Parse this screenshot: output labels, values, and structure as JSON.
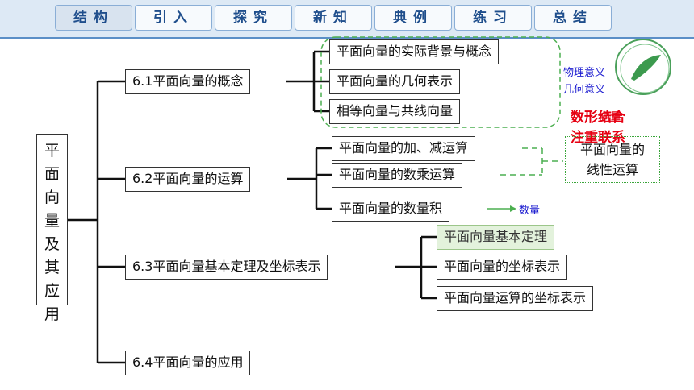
{
  "nav": {
    "tabs": [
      "结构",
      "引入",
      "探究",
      "新知",
      "典例",
      "练习",
      "总结"
    ],
    "active_index": 0
  },
  "root": {
    "chars": [
      "平",
      "面",
      "向",
      "量",
      "及",
      "其",
      "应",
      "用"
    ]
  },
  "sections": {
    "s1": "6.1平面向量的概念",
    "s2": "6.2平面向量的运算",
    "s3": "6.3平面向量基本定理及坐标表示",
    "s4": "6.4平面向量的应用"
  },
  "items": {
    "s1": [
      "平面向量的实际背景与概念",
      "平面向量的几何表示",
      "相等向量与共线向量"
    ],
    "s2": [
      "平面向量的加、减运算",
      "平面向量的数乘运算",
      "平面向量的数量积"
    ],
    "s3": [
      "平面向量基本定理",
      "平面向量的坐标表示",
      "平面向量运算的坐标表示"
    ]
  },
  "notes": {
    "physical": "物理意义",
    "geometric": "几何意义",
    "scalar": "数量",
    "red_line1": "数形结合",
    "red_line1_overlap": "向量",
    "red_line2": "注重联系",
    "summary_line1": "平面向量的",
    "summary_line2": "线性运算"
  },
  "colors": {
    "blue_note": "#1c1cd0",
    "red_note": "#e60012",
    "green_dash": "#4caf50",
    "highlight_bg": "#e3f2dc"
  }
}
